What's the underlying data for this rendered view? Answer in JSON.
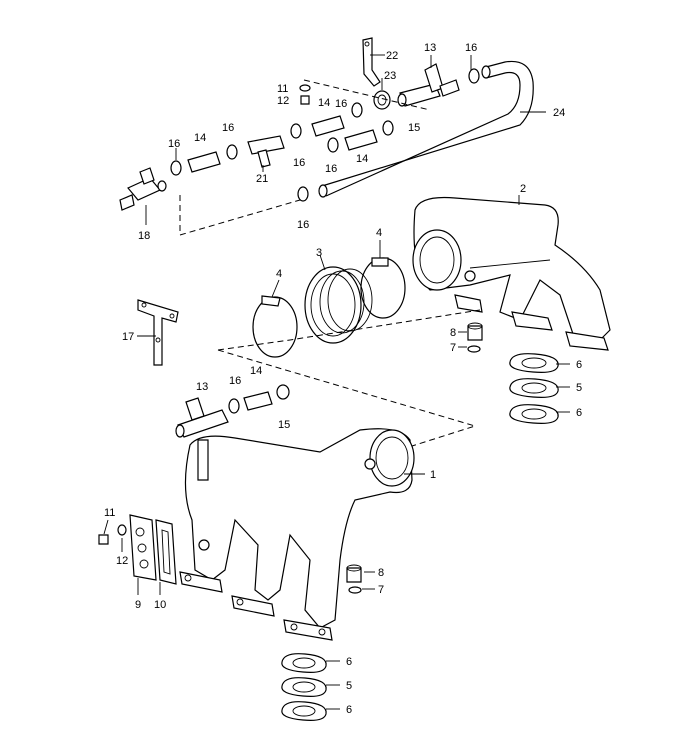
{
  "callouts": {
    "c1": "1",
    "c2": "2",
    "c3": "3",
    "c4a": "4",
    "c4b": "4",
    "c5a": "5",
    "c5b": "5",
    "c6a": "6",
    "c6b": "6",
    "c6c": "6",
    "c6d": "6",
    "c7a": "7",
    "c7b": "7",
    "c8a": "8",
    "c8b": "8",
    "c9": "9",
    "c10": "10",
    "c11a": "11",
    "c11b": "11",
    "c12a": "12",
    "c12b": "12",
    "c13a": "13",
    "c13b": "13",
    "c14a": "14",
    "c14b": "14",
    "c14c": "14",
    "c14d": "14",
    "c15a": "15",
    "c15b": "15",
    "c16a": "16",
    "c16b": "16",
    "c16c": "16",
    "c16d": "16",
    "c16e": "16",
    "c16f": "16",
    "c16g": "16",
    "c16h": "16",
    "c17": "17",
    "c18": "18",
    "c21": "21",
    "c22": "22",
    "c23": "23",
    "c24": "24"
  }
}
